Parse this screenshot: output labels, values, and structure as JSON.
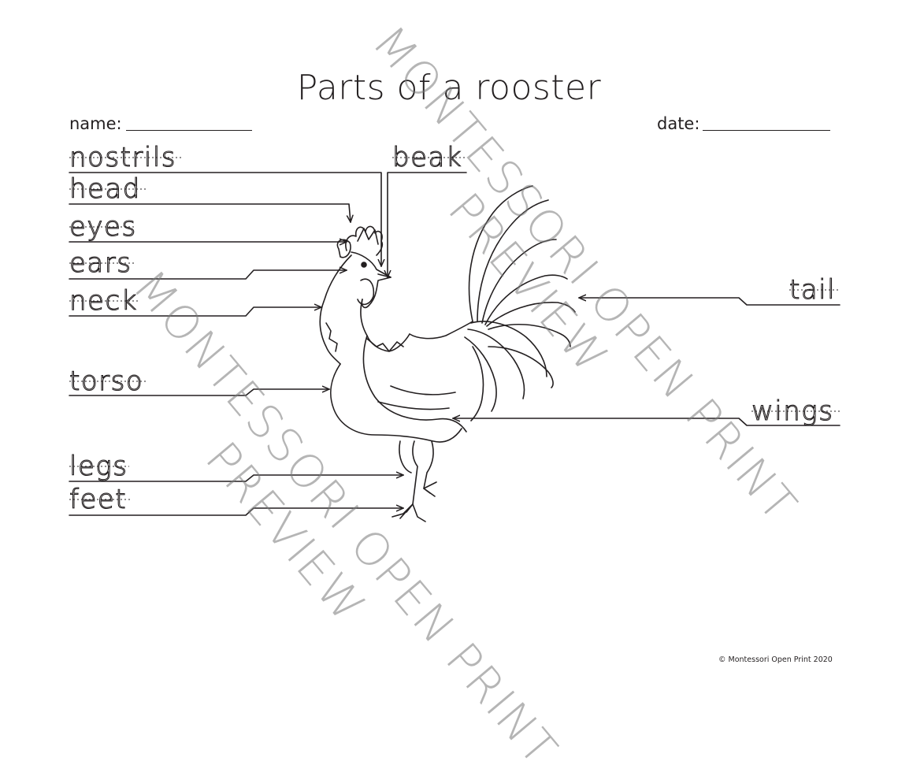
{
  "title": "Parts of a rooster",
  "fields": {
    "name_label": "name:",
    "date_label": "date:"
  },
  "labels": {
    "nostrils": "nostrils",
    "beak": "beak",
    "head": "head",
    "eyes": "eyes",
    "ears": "ears",
    "neck": "neck",
    "torso": "torso",
    "legs": "legs",
    "feet": "feet",
    "tail": "tail",
    "wings": "wings"
  },
  "watermarks": {
    "montessori_1": "MONTESSORI OPEN PRINT",
    "preview_1": "PREVIEW",
    "montessori_2": "MONTESSORI OPEN PRINT",
    "preview_2": "PREVIEW"
  },
  "copyright": "© Montessori Open Print 2020"
}
